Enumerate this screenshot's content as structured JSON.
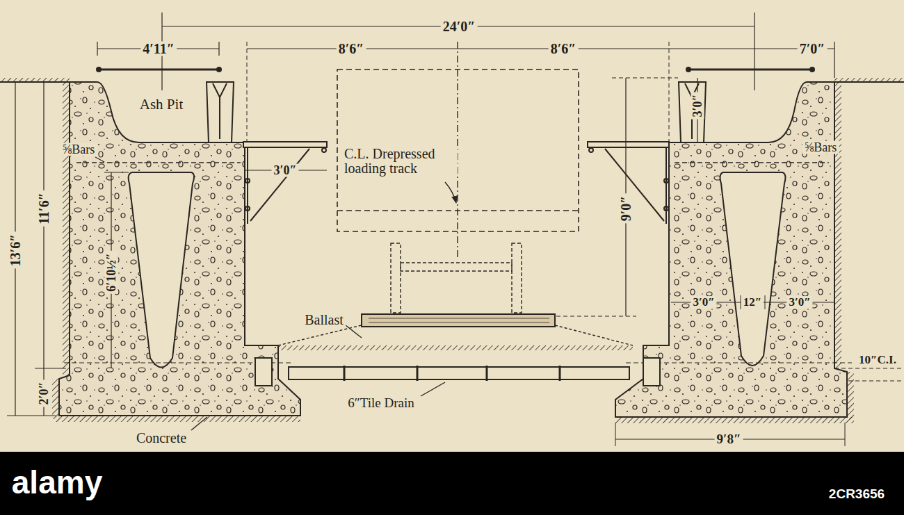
{
  "diagram": {
    "labels": [
      "24′0″",
      "4′11″",
      "8′6″",
      "8′6″",
      "7′0″",
      "Ash Pit",
      "⅝Bars",
      "3′0″",
      "C.L. Drepressed loading track",
      "⅝Bars",
      "3′0″",
      "9′0″",
      "13′6″",
      "11′6″",
      "6′10½″",
      "2′0″",
      "3′0″",
      "12″",
      "3′0″",
      "Ballast",
      "10″C.I.",
      "6″Tile Drain",
      "Concrete",
      "9′8″",
      "alamy",
      "2CR3656"
    ]
  }
}
